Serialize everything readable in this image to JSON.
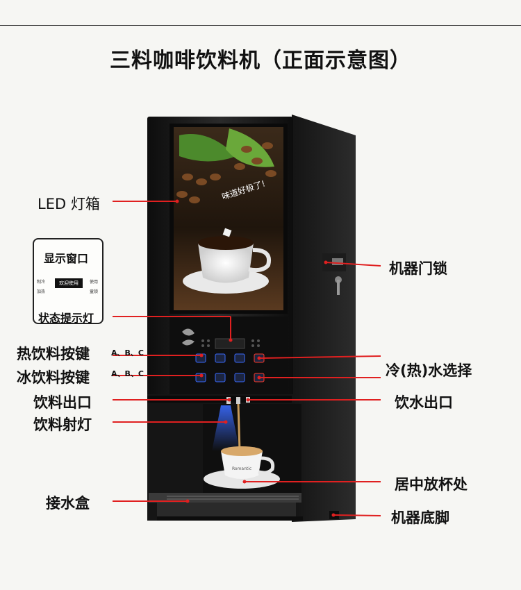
{
  "title": "三料咖啡饮料机（正面示意图）",
  "labels": {
    "led_box": "LED 灯箱",
    "display_window": "显示窗口",
    "status_light": "状态提示灯",
    "hot_buttons": "热饮料按键",
    "ice_buttons": "冰饮料按键",
    "hot_abc": "A、B、C",
    "ice_abc": "A、B、C",
    "outlet": "饮料出口",
    "spotlight": "饮料射灯",
    "drip_tray": "接水盒",
    "door_lock": "机器门锁",
    "water_select": "冷(热)水选择",
    "water_outlet": "饮水出口",
    "cup_center": "居中放杯处",
    "feet": "机器底脚"
  },
  "panel_screen_text": "欢迎使用",
  "poster_text": "味道好极了!",
  "cup_text": "Romantic",
  "callout_small": {
    "l1": "制冷",
    "l2": "使用",
    "l3": "加热",
    "l4": "童锁"
  },
  "colors": {
    "leader": "#e02020",
    "machine": "#1a1a1a",
    "key_light": "#ff3a2a",
    "accent": "#3a6bff"
  }
}
